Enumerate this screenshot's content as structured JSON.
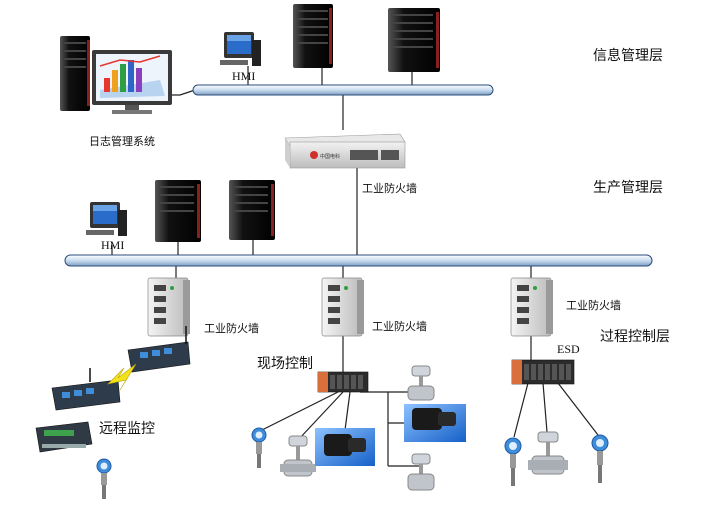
{
  "layers": {
    "info": "信息管理层",
    "production": "生产管理层",
    "process": "过程控制层"
  },
  "labels": {
    "log_system": "日志管理系统",
    "hmi_top": "HMI",
    "hmi_mid": "HMI",
    "firewall_main": "工业防火墙",
    "firewall_left": "工业防火墙",
    "firewall_center": "工业防火墙",
    "firewall_right": "工业防火墙",
    "field_control": "现场控制",
    "remote_monitor": "远程监控",
    "esd": "ESD",
    "firewall_brand": "中国电科"
  },
  "colors": {
    "bus": "#dce8f5",
    "bus_stroke": "#2b4d7a",
    "line": "#222222",
    "server": "#1a1a1a",
    "accent_blue": "#1f7be0",
    "plc_orange": "#d9703b"
  }
}
